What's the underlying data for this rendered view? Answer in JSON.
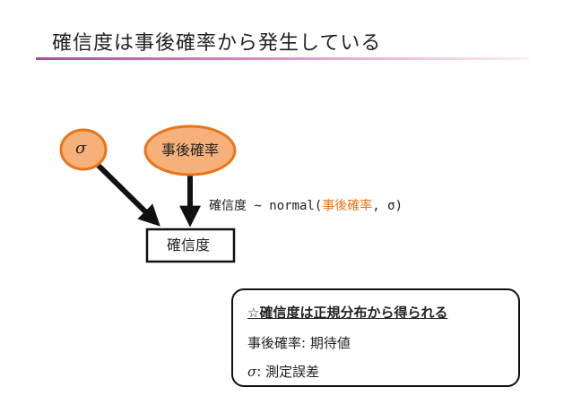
{
  "slide": {
    "title": "確信度は事後確率から発生している"
  },
  "diagram": {
    "nodes": {
      "sigma": "σ",
      "posterior": "事後確率",
      "confidence": "確信度"
    },
    "formula": {
      "prefix": "確信度 ~ normal(",
      "highlight": "事後確率",
      "suffix": ", σ)"
    },
    "colors": {
      "node_fill": "#f6b07a",
      "node_stroke": "#e8751a",
      "highlight": "#e8751a",
      "title_rule": "#c060a8"
    }
  },
  "note": {
    "heading": "☆確信度は正規分布から得られる",
    "line1": "事後確率: 期待値",
    "line2_symbol": "σ",
    "line2_text": ": 測定誤差"
  }
}
